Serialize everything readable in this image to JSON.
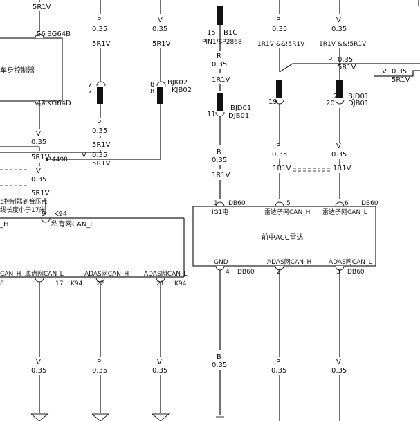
{
  "top": {
    "w1": {
      "color": "5R1V"
    },
    "w2": {
      "color": "P",
      "size": "0.35",
      "code": "5R1V"
    },
    "w3": {
      "color": "V",
      "size": "0.35",
      "code": "5R1V"
    },
    "w4": {
      "pin": "15",
      "connector": "B1C",
      "splice": "PIN1/SP2868"
    },
    "w5": {
      "color": "P",
      "size": "0.35",
      "code": "1R1V &&!5R1V"
    },
    "w6": {
      "color": "V",
      "size": "0.35",
      "code": "1R1V &&!5R1V"
    }
  },
  "body_module": {
    "name": "车身控制器",
    "pin_top": "56",
    "connector_top": "BG64B",
    "pin_bottom": "45",
    "connector_bottom": "KG64D"
  },
  "inline": {
    "bjk_pin_left": "7",
    "bjk_pin_left2": "7",
    "bjk_pin_right": "8",
    "bjk_pin_right2": "8",
    "bjk_name1": "BJK02",
    "bjk_name2": "KJB02",
    "bjd_pin_a": "11",
    "bjd_name1": "BJD01",
    "bjd_name2": "DJB01",
    "bjd_pin_b": "19",
    "bjd_pin_c": "21",
    "bjd_pin_d": "20",
    "bjd2_name1": "BJD01",
    "bjd2_name2": "DJB01"
  },
  "wires": {
    "r1": {
      "color": "R",
      "size": "0.35",
      "code": "1R1V"
    },
    "r2": {
      "color": "R",
      "size": "0.35",
      "code": "1R1V"
    },
    "p_right": {
      "color": "P",
      "size": "0.35",
      "code": "5R1V"
    },
    "v_right": {
      "color": "V",
      "size": "0.35",
      "code": "5R1V"
    },
    "v_left": {
      "color": "V",
      "size": "0.35",
      "code": "5R1V"
    },
    "p_mid": {
      "color": "P",
      "size": "0.35",
      "code": "5R1V"
    },
    "p_mid2": {
      "color": "P",
      "size": "0.35",
      "code": "1R1V"
    },
    "v_mid2": {
      "color": "V",
      "size": "0.35",
      "code": "1R1V"
    },
    "splice_p": "P",
    "splice_num": "4498",
    "v_join": {
      "color": "V",
      "size": "0.35",
      "code": "5R1V"
    },
    "v_lower": {
      "color": "V",
      "size": "0.35",
      "code": "5R1V"
    },
    "note": "5控制器到合压点",
    "note2": "线长度小于17米",
    "pin9": "9",
    "k94": "K94",
    "private_can_h": "_H",
    "private_can_l": "私有网CAN_L"
  },
  "acc": {
    "name": "前中ACC雷达",
    "pin_ig1": "1",
    "conn_ig1": "DB60",
    "label_ig1": "IG1电",
    "pin_5": "5",
    "label_5": "雷达子网CAN_H",
    "pin_6": "6",
    "conn_6": "DB60",
    "label_6": "雷达子网CAN_L",
    "label_gnd": "GND",
    "label_adas_h": "ADAS网CAN_H",
    "label_adas_l": "ADAS网CAN_L",
    "pin_4": "4",
    "conn_4": "DB60",
    "pin_2": "2",
    "pin_3": "3",
    "conn_3": "DB60"
  },
  "left_bottom": {
    "label_can_h": "CAN_H",
    "label_chassis_l": "底盘网CAN_L",
    "label_adas_h": "ADAS网CAN_H",
    "label_adas_l": "ADAS网CAN_L",
    "pin_8": "8",
    "pin_17": "17",
    "k94a": "K94",
    "pin_22": "22",
    "pin_21": "21",
    "k94b": "K94"
  },
  "bottom_wires": {
    "b1": {
      "color": "V",
      "size": "0.35"
    },
    "b2": {
      "color": "P",
      "size": "0.35"
    },
    "b3": {
      "color": "V",
      "size": "0.35"
    },
    "b4": {
      "color": "B",
      "size": "0.35"
    },
    "b5": {
      "color": "P",
      "size": "0.35"
    },
    "b6": {
      "color": "V",
      "size": "0.35"
    }
  }
}
